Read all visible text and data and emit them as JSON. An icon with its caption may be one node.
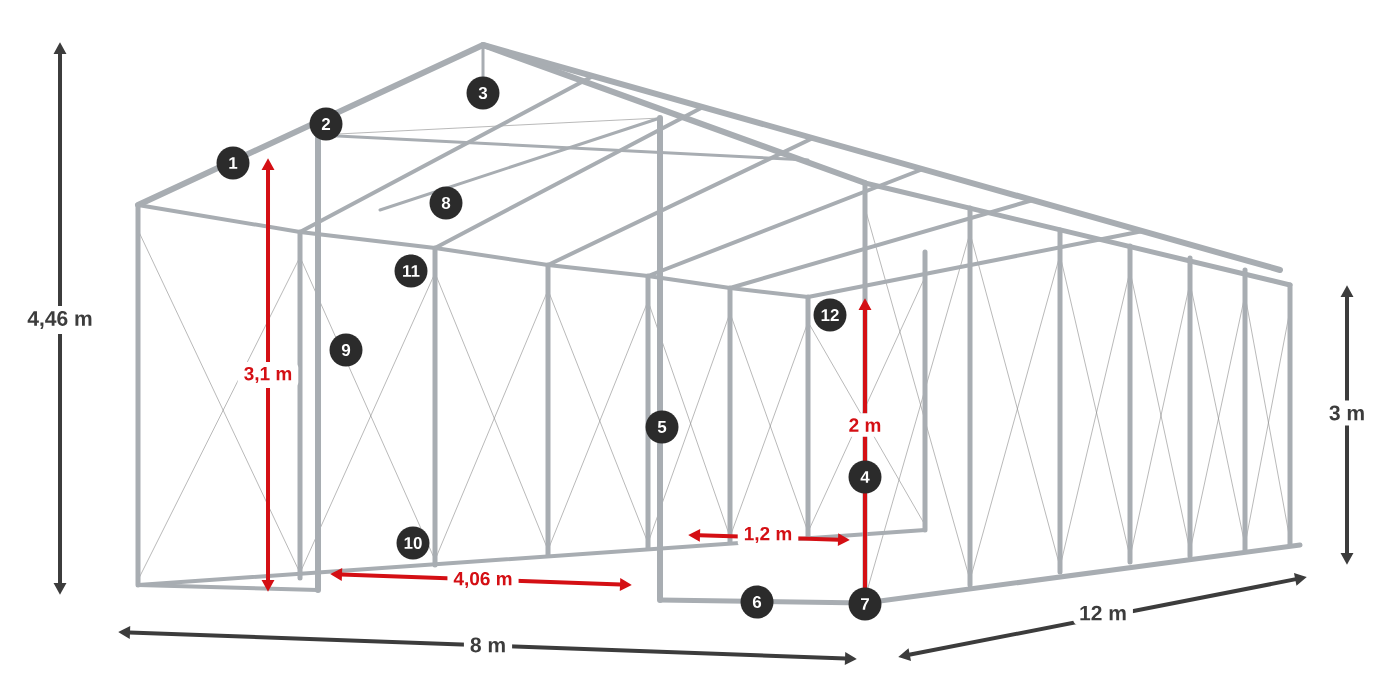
{
  "diagram": {
    "labels": [
      "4,46 m",
      "3",
      "2",
      "1",
      "8",
      "11",
      "12",
      "9",
      "3,1 m",
      "3 m",
      "5",
      "2 m",
      "4",
      "1,2 m",
      "10",
      "4,06 m",
      "6",
      "7",
      "12 m",
      "8 m"
    ]
  }
}
